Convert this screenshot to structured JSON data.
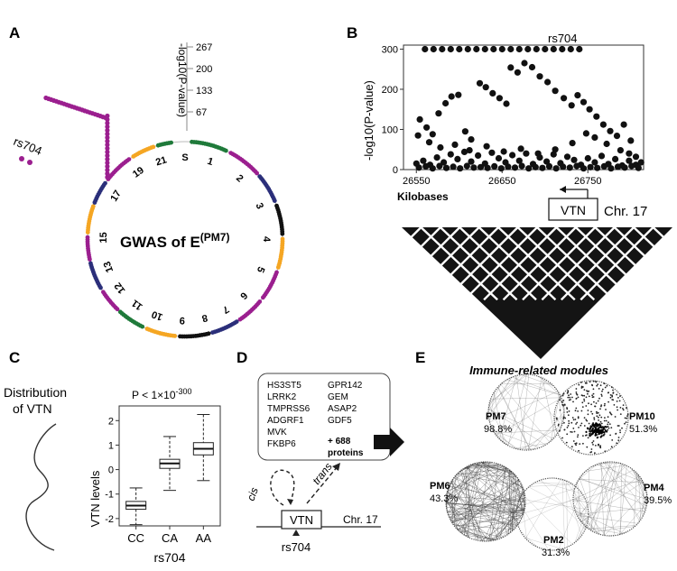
{
  "panels": {
    "A": {
      "letter": "A",
      "title_main": "GWAS of E",
      "title_sup": "(PM7)",
      "ylabel": "-log10(P-value)",
      "scale_ticks": [
        "267",
        "200",
        "133",
        "67"
      ],
      "snp": "rs704",
      "chromosomes": [
        "S",
        "1",
        "2",
        "3",
        "4",
        "5",
        "6",
        "7",
        "8",
        "9",
        "10",
        "11",
        "12",
        "13",
        "15",
        "17",
        "19",
        "21"
      ],
      "colors": {
        "magenta": "#9b1f8f",
        "orange": "#f5a623",
        "green": "#1f7a3a",
        "navy": "#2b2f7a",
        "black": "#111111"
      }
    },
    "B": {
      "letter": "B",
      "snp": "rs704",
      "gene": "VTN",
      "chromosome": "Chr. 17",
      "xunit": "Kilobases"
    },
    "C": {
      "letter": "C",
      "dist_label_1": "Distribution",
      "dist_label_2": "of VTN",
      "pvalue_text": "P < 1×10",
      "pvalue_exp": "-300"
    },
    "D": {
      "letter": "D",
      "genes_left": [
        "HS3ST5",
        "LRRK2",
        "TMPRSS6",
        "ADGRF1",
        "MVK",
        "FKBP6"
      ],
      "genes_right": [
        "GPR142",
        "GEM",
        "ASAP2",
        "GDF5"
      ],
      "more_1": "+ 688",
      "more_2": "proteins",
      "cis": "cis",
      "trans": "trans",
      "gene": "VTN",
      "chromosome": "Chr. 17",
      "snp": "rs704"
    },
    "E": {
      "letter": "E",
      "title": "Immune-related modules",
      "modules": [
        {
          "name": "PM7",
          "pct": "98.8%"
        },
        {
          "name": "PM10",
          "pct": "51.3%"
        },
        {
          "name": "PM6",
          "pct": "43.3%"
        },
        {
          "name": "PM4",
          "pct": "39.5%"
        },
        {
          "name": "PM2",
          "pct": "31.3%"
        }
      ]
    }
  },
  "chart_data": [
    {
      "type": "scatter",
      "panel": "B",
      "ylabel": "-log10(P-value)",
      "xlabel": "Kilobases",
      "xlim": [
        26535,
        26815
      ],
      "ylim": [
        0,
        310
      ],
      "xticks": [
        26550,
        26650,
        26750
      ],
      "yticks": [
        0,
        100,
        200,
        300
      ],
      "points": [
        [
          26560,
          300
        ],
        [
          26570,
          300
        ],
        [
          26580,
          300
        ],
        [
          26590,
          300
        ],
        [
          26600,
          300
        ],
        [
          26610,
          300
        ],
        [
          26620,
          300
        ],
        [
          26630,
          300
        ],
        [
          26640,
          300
        ],
        [
          26650,
          300
        ],
        [
          26660,
          300
        ],
        [
          26670,
          300
        ],
        [
          26680,
          300
        ],
        [
          26690,
          300
        ],
        [
          26700,
          300
        ],
        [
          26710,
          300
        ],
        [
          26720,
          300
        ],
        [
          26730,
          300
        ],
        [
          26740,
          300
        ],
        [
          26554,
          125
        ],
        [
          26562,
          105
        ],
        [
          26569,
          88
        ],
        [
          26576,
          140
        ],
        [
          26584,
          165
        ],
        [
          26591,
          182
        ],
        [
          26599,
          186
        ],
        [
          26607,
          95
        ],
        [
          26614,
          75
        ],
        [
          26624,
          215
        ],
        [
          26631,
          205
        ],
        [
          26639,
          190
        ],
        [
          26647,
          178
        ],
        [
          26655,
          164
        ],
        [
          26660,
          254
        ],
        [
          26668,
          242
        ],
        [
          26676,
          265
        ],
        [
          26685,
          255
        ],
        [
          26694,
          232
        ],
        [
          26703,
          218
        ],
        [
          26712,
          196
        ],
        [
          26722,
          178
        ],
        [
          26731,
          160
        ],
        [
          26738,
          185
        ],
        [
          26745,
          168
        ],
        [
          26752,
          150
        ],
        [
          26760,
          132
        ],
        [
          26768,
          112
        ],
        [
          26776,
          96
        ],
        [
          26784,
          84
        ],
        [
          26792,
          112
        ],
        [
          26800,
          72
        ],
        [
          26552,
          85
        ],
        [
          26565,
          68
        ],
        [
          26578,
          55
        ],
        [
          26595,
          62
        ],
        [
          26612,
          48
        ],
        [
          26632,
          58
        ],
        [
          26652,
          45
        ],
        [
          26672,
          52
        ],
        [
          26692,
          40
        ],
        [
          26712,
          50
        ],
        [
          26732,
          66
        ],
        [
          26748,
          90
        ],
        [
          26758,
          80
        ],
        [
          26772,
          64
        ],
        [
          26788,
          48
        ],
        [
          26798,
          40
        ],
        [
          26806,
          32
        ],
        [
          26550,
          15
        ],
        [
          26558,
          22
        ],
        [
          26566,
          12
        ],
        [
          26574,
          30
        ],
        [
          26582,
          18
        ],
        [
          26590,
          38
        ],
        [
          26598,
          26
        ],
        [
          26606,
          44
        ],
        [
          26614,
          20
        ],
        [
          26622,
          35
        ],
        [
          26630,
          15
        ],
        [
          26638,
          42
        ],
        [
          26646,
          28
        ],
        [
          26654,
          18
        ],
        [
          26662,
          36
        ],
        [
          26670,
          22
        ],
        [
          26678,
          40
        ],
        [
          26686,
          14
        ],
        [
          26694,
          30
        ],
        [
          26702,
          20
        ],
        [
          26710,
          38
        ],
        [
          26718,
          16
        ],
        [
          26726,
          32
        ],
        [
          26734,
          24
        ],
        [
          26742,
          12
        ],
        [
          26750,
          28
        ],
        [
          26758,
          18
        ],
        [
          26766,
          34
        ],
        [
          26774,
          14
        ],
        [
          26782,
          26
        ],
        [
          26790,
          10
        ],
        [
          26798,
          22
        ],
        [
          26806,
          12
        ],
        [
          26812,
          18
        ],
        [
          26553,
          5
        ],
        [
          26561,
          8
        ],
        [
          26569,
          3
        ],
        [
          26577,
          9
        ],
        [
          26585,
          4
        ],
        [
          26593,
          7
        ],
        [
          26601,
          3
        ],
        [
          26609,
          9
        ],
        [
          26617,
          5
        ],
        [
          26625,
          6
        ],
        [
          26633,
          4
        ],
        [
          26641,
          8
        ],
        [
          26649,
          3
        ],
        [
          26657,
          7
        ],
        [
          26665,
          5
        ],
        [
          26673,
          9
        ],
        [
          26681,
          3
        ],
        [
          26689,
          6
        ],
        [
          26697,
          4
        ],
        [
          26705,
          8
        ],
        [
          26713,
          3
        ],
        [
          26721,
          7
        ],
        [
          26729,
          5
        ],
        [
          26737,
          9
        ],
        [
          26745,
          3
        ],
        [
          26753,
          6
        ],
        [
          26761,
          4
        ],
        [
          26769,
          8
        ],
        [
          26777,
          3
        ],
        [
          26785,
          7
        ],
        [
          26793,
          5
        ],
        [
          26801,
          9
        ],
        [
          26809,
          4
        ]
      ]
    },
    {
      "type": "box",
      "panel": "C",
      "xlabel": "rs704",
      "ylabel": "VTN levels",
      "ylim": [
        -2.3,
        2.6
      ],
      "yticks": [
        -2,
        -1,
        0,
        1,
        2
      ],
      "categories": [
        "CC",
        "CA",
        "AA"
      ],
      "boxes": [
        {
          "min": -2.25,
          "q1": -1.62,
          "median": -1.47,
          "q3": -1.3,
          "max": -0.75
        },
        {
          "min": -0.85,
          "q1": 0.05,
          "median": 0.25,
          "q3": 0.42,
          "max": 1.35
        },
        {
          "min": -0.45,
          "q1": 0.6,
          "median": 0.85,
          "q3": 1.1,
          "max": 2.25
        }
      ]
    }
  ]
}
